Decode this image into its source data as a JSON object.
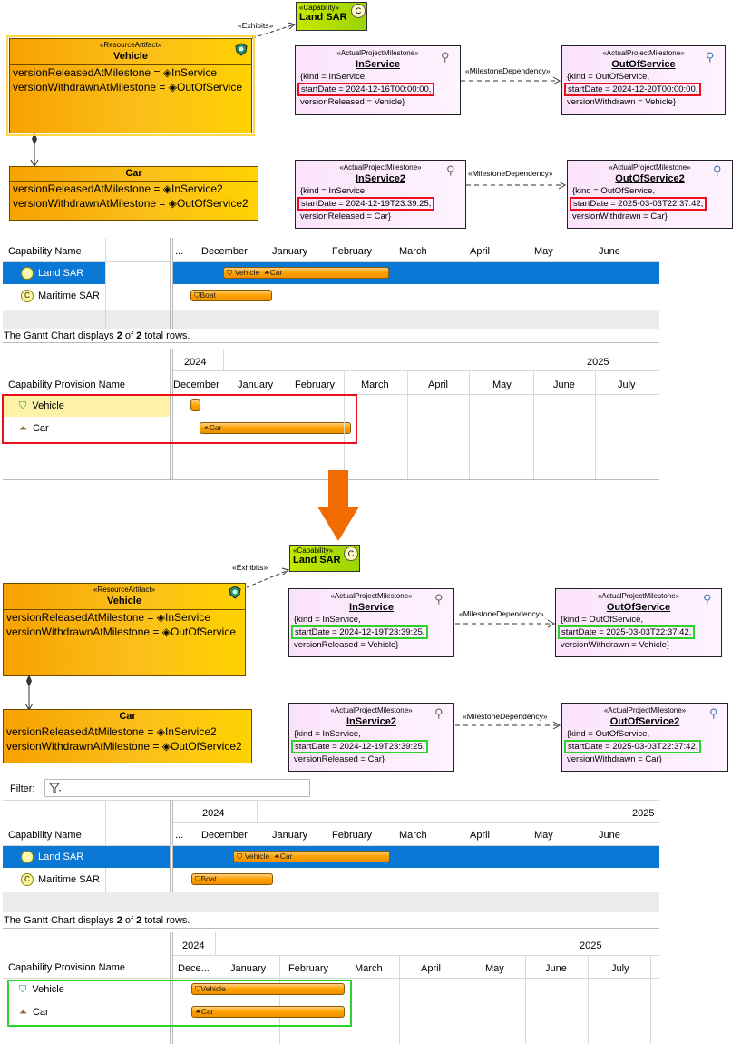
{
  "diagram_before": {
    "vehicle": {
      "stereotype": "«ResourceArtifact»",
      "name": "Vehicle",
      "rows": [
        "versionReleasedAtMilestone = ",
        "versionWithdrawnAtMilestone = "
      ],
      "vals": [
        "InService",
        "OutOfService"
      ]
    },
    "car": {
      "name": "Car",
      "rows": [
        "versionReleasedAtMilestone = ",
        "versionWithdrawnAtMilestone = "
      ],
      "vals": [
        "InService2",
        "OutOfService2"
      ]
    },
    "capability": {
      "stereotype": "«Capability»",
      "name": "Land SAR"
    },
    "exhibits": "«Exhibits»",
    "dep1": "«MilestoneDependency»",
    "dep2": "«MilestoneDependency»",
    "m_inservice": {
      "stereotype": "«ActualProjectMilestone»",
      "name": "InService",
      "l1": "{kind = InService,",
      "l2": "startDate = 2024-12-16T00:00:00,",
      "l3": "versionReleased = Vehicle}"
    },
    "m_outofservice": {
      "stereotype": "«ActualProjectMilestone»",
      "name": "OutOfService",
      "l1": "{kind = OutOfService,",
      "l2": "startDate = 2024-12-20T00:00:00,",
      "l3": "versionWithdrawn = Vehicle}"
    },
    "m_inservice2": {
      "stereotype": "«ActualProjectMilestone»",
      "name": "InService2",
      "l1": "{kind = InService,",
      "l2": "startDate = 2024-12-19T23:39:25,",
      "l3": "versionReleased = Car}"
    },
    "m_outofservice2": {
      "stereotype": "«ActualProjectMilestone»",
      "name": "OutOfService2",
      "l1": "{kind = OutOfService,",
      "l2": "startDate = 2025-03-03T22:37:42,",
      "l3": "versionWithdrawn = Car}"
    }
  },
  "gantt1_before": {
    "col_header": "Capability Name",
    "ellipsis": "...",
    "months": [
      "December",
      "January",
      "February",
      "March",
      "April",
      "May",
      "June"
    ],
    "rows": [
      {
        "name": "Land SAR",
        "bars": [
          {
            "label": "Vehicle"
          },
          {
            "label": "Car"
          }
        ]
      },
      {
        "name": "Maritime SAR",
        "bars": [
          {
            "label": "Boat"
          }
        ]
      }
    ],
    "status_pre": "The Gantt Chart displays ",
    "shown": "2",
    "of": " of ",
    "total": "2",
    "status_post": " total rows."
  },
  "gantt2_before": {
    "col_header": "Capability Provision Name",
    "year1": "2024",
    "year2": "2025",
    "months": [
      "December",
      "January",
      "February",
      "March",
      "April",
      "May",
      "June",
      "July"
    ],
    "rows": [
      {
        "name": "Vehicle"
      },
      {
        "name": "Car",
        "bar": "Car"
      }
    ]
  },
  "diagram_after": {
    "vehicle": {
      "stereotype": "«ResourceArtifact»",
      "name": "Vehicle",
      "rows": [
        "versionReleasedAtMilestone = ",
        "versionWithdrawnAtMilestone = "
      ],
      "vals": [
        "InService",
        "OutOfService"
      ]
    },
    "car": {
      "name": "Car",
      "rows": [
        "versionReleasedAtMilestone = ",
        "versionWithdrawnAtMilestone = "
      ],
      "vals": [
        "InService2",
        "OutOfService2"
      ]
    },
    "capability": {
      "stereotype": "«Capability»",
      "name": "Land SAR"
    },
    "exhibits": "«Exhibits»",
    "dep1": "«MilestoneDependency»",
    "dep2": "«MilestoneDependency»",
    "m_inservice": {
      "stereotype": "«ActualProjectMilestone»",
      "name": "InService",
      "l1": "{kind = InService,",
      "l2": "startDate = 2024-12-19T23:39:25,",
      "l3": "versionReleased = Vehicle}"
    },
    "m_outofservice": {
      "stereotype": "«ActualProjectMilestone»",
      "name": "OutOfService",
      "l1": "{kind = OutOfService,",
      "l2": "startDate = 2025-03-03T22:37:42,",
      "l3": "versionWithdrawn = Vehicle}"
    },
    "m_inservice2": {
      "stereotype": "«ActualProjectMilestone»",
      "name": "InService2",
      "l1": "{kind = InService,",
      "l2": "startDate = 2024-12-19T23:39:25,",
      "l3": "versionReleased = Car}"
    },
    "m_outofservice2": {
      "stereotype": "«ActualProjectMilestone»",
      "name": "OutOfService2",
      "l1": "{kind = OutOfService,",
      "l2": "startDate = 2025-03-03T22:37:42,",
      "l3": "versionWithdrawn = Car}"
    }
  },
  "gantt1_after": {
    "filter_label": "Filter:",
    "year1": "2024",
    "year2": "2025",
    "col_header": "Capability Name",
    "ellipsis": "...",
    "months": [
      "December",
      "January",
      "February",
      "March",
      "April",
      "May",
      "June"
    ],
    "rows": [
      {
        "name": "Land SAR",
        "bars": [
          {
            "label": "Vehicle"
          },
          {
            "label": "Car"
          }
        ]
      },
      {
        "name": "Maritime SAR",
        "bars": [
          {
            "label": "Boat"
          }
        ]
      }
    ],
    "status_pre": "The Gantt Chart displays ",
    "shown": "2",
    "of": " of ",
    "total": "2",
    "status_post": " total rows."
  },
  "gantt2_after": {
    "col_header": "Capability Provision Name",
    "year1": "2024",
    "year2": "2025",
    "months": [
      "Dece...",
      "January",
      "February",
      "March",
      "April",
      "May",
      "June",
      "July"
    ],
    "rows": [
      {
        "name": "Vehicle",
        "bar": "Vehicle"
      },
      {
        "name": "Car",
        "bar": "Car"
      }
    ]
  },
  "colors": {
    "highlight_before": "#e8101a",
    "highlight_after": "#2bd32b",
    "arrow": "#f26b00",
    "selected_row": "#0b78d6"
  }
}
